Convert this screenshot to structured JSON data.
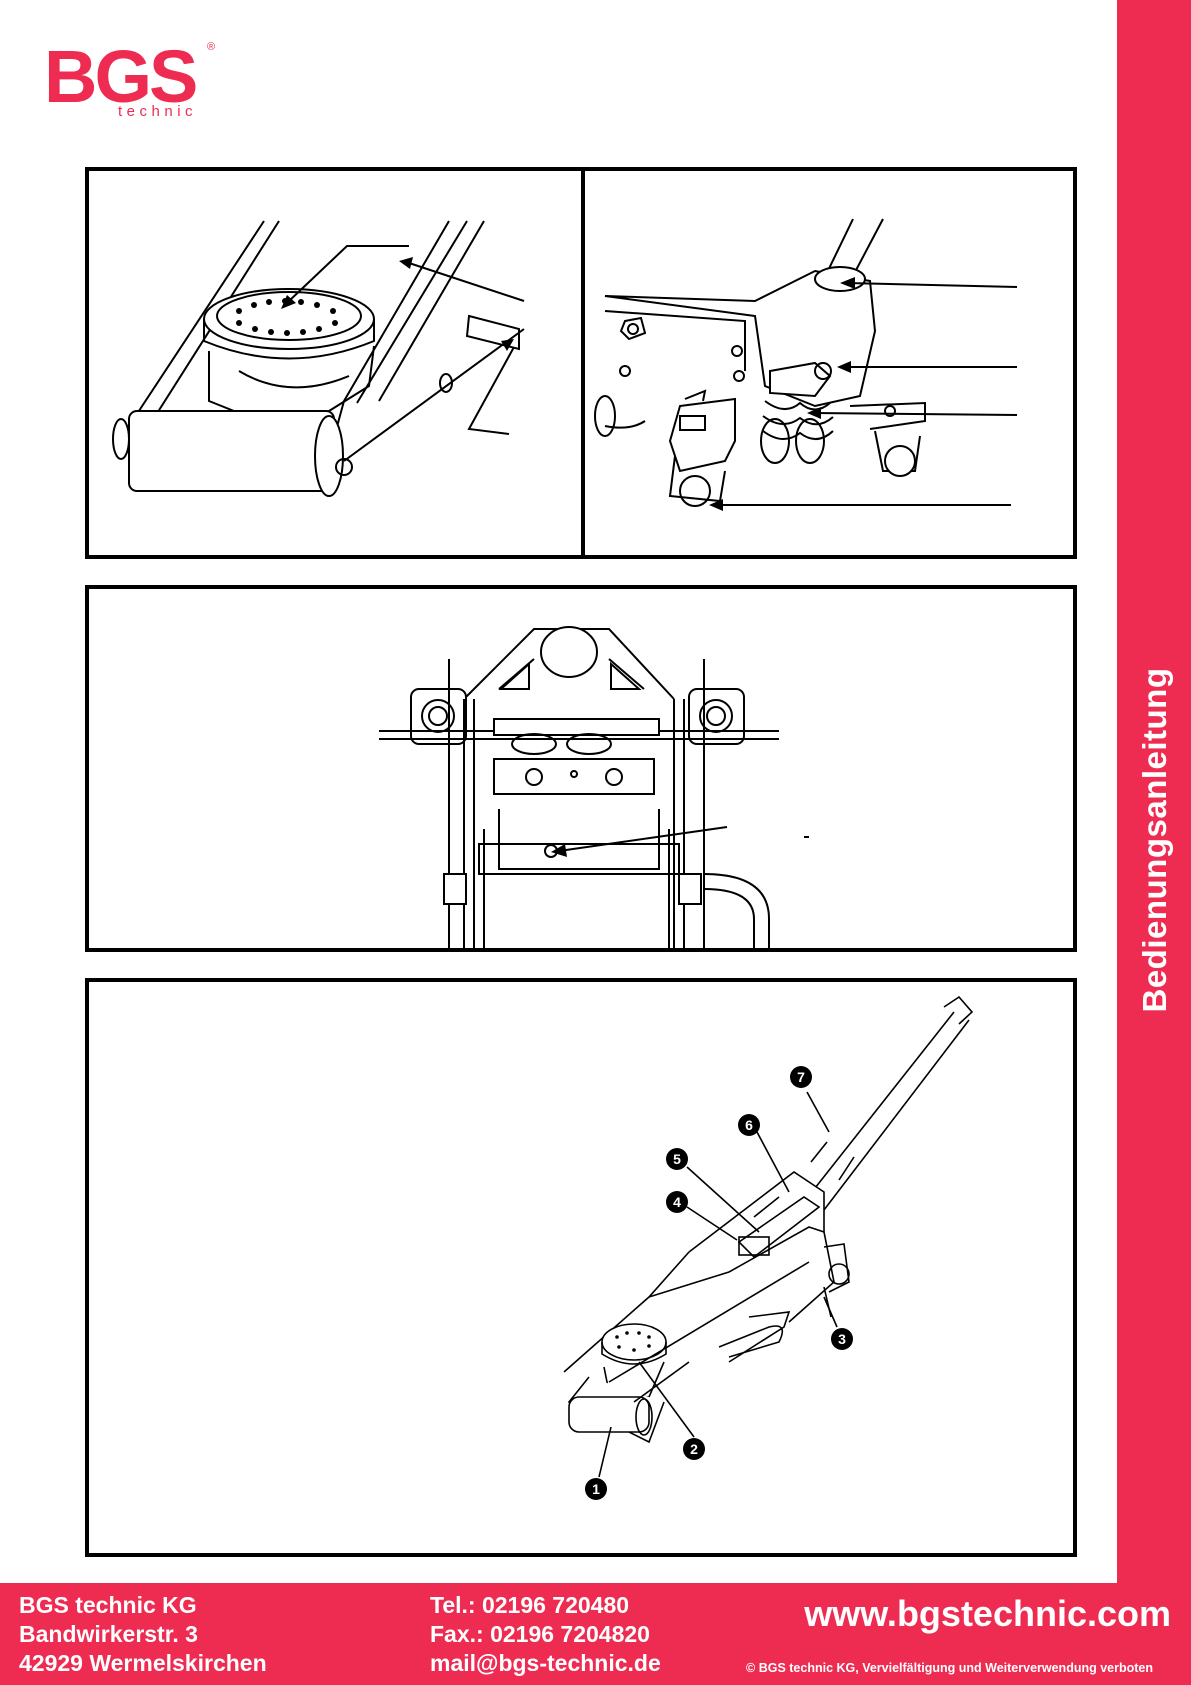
{
  "brand": {
    "logo_text": "BGS",
    "logo_sub": "technic",
    "registered_mark": "®",
    "color": "#ee2c52"
  },
  "side_label": "Bedienungsanleitung",
  "figures": {
    "bottom_callouts": [
      "1",
      "2",
      "3",
      "4",
      "5",
      "6",
      "7"
    ]
  },
  "footer": {
    "company": "BGS technic KG",
    "street": "Bandwirkerstr. 3",
    "city": "42929 Wermelskirchen",
    "tel": "Tel.: 02196 720480",
    "fax": "Fax.: 02196 7204820",
    "mail": "mail@bgs-technic.de",
    "web": "www.bgstechnic.com",
    "copyright": "© BGS technic KG, Vervielfältigung und Weiterverwendung verboten"
  }
}
